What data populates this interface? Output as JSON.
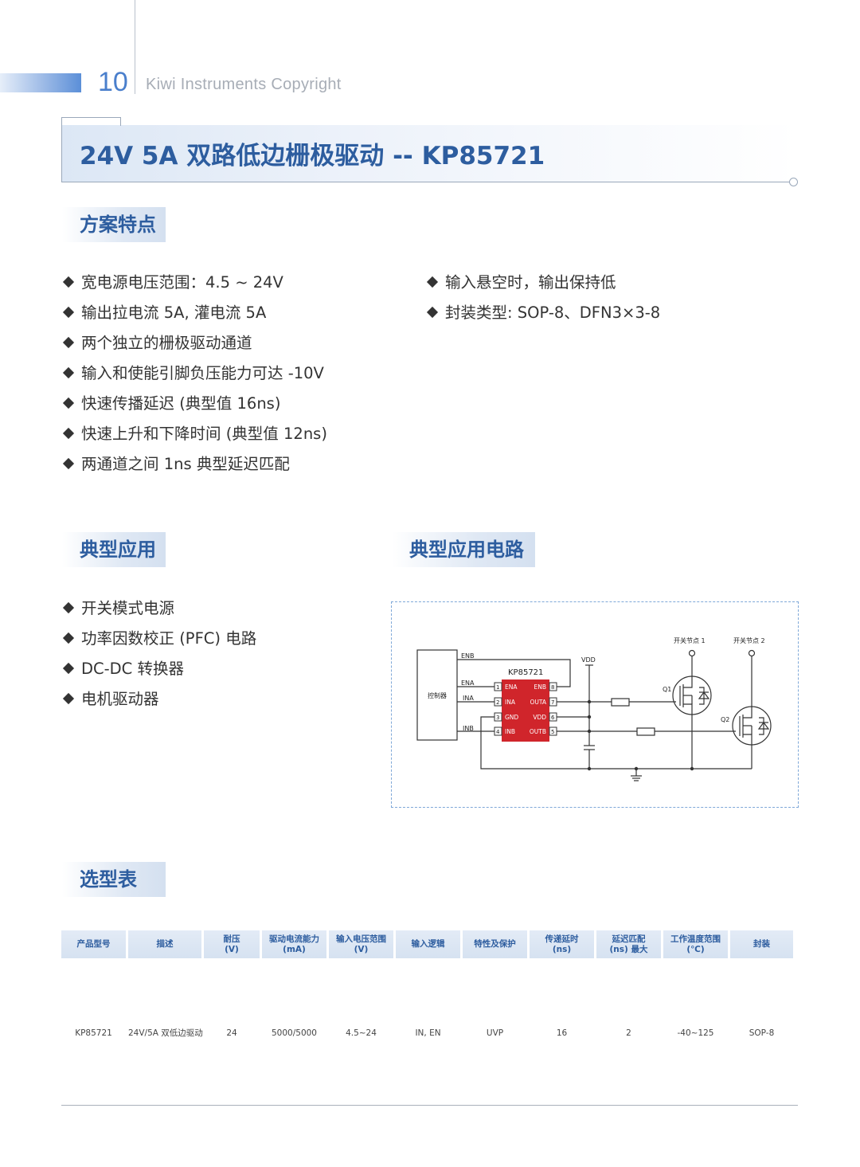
{
  "header": {
    "page_number": "10",
    "copyright": "Kiwi Instruments Copyright"
  },
  "title": "24V 5A 双路低边栅极驱动 -- KP85721",
  "sections": {
    "features": "方案特点",
    "applications": "典型应用",
    "circuit": "典型应用电路",
    "selection": "选型表"
  },
  "features_left": [
    "宽电源电压范围：4.5 ~ 24V",
    "输出拉电流 5A, 灌电流 5A",
    "两个独立的栅极驱动通道",
    "输入和使能引脚负压能力可达 -10V",
    "快速传播延迟 (典型值 16ns)",
    "快速上升和下降时间 (典型值 12ns)",
    "两通道之间 1ns 典型延迟匹配"
  ],
  "features_right": [
    "输入悬空时，输出保持低",
    "封装类型: SOP-8、DFN3×3-8"
  ],
  "applications": [
    "开关模式电源",
    "功率因数校正 (PFC) 电路",
    "DC-DC 转换器",
    "电机驱动器"
  ],
  "circuit": {
    "controller": "控制器",
    "chip": "KP85721",
    "vdd": "VDD",
    "node1": "开关节点 1",
    "node2": "开关节点 2",
    "q1": "Q1",
    "q2": "Q2",
    "ctrl_pins": [
      "ENB",
      "ENA",
      "INA",
      "INB"
    ],
    "pins_left": [
      {
        "num": "1",
        "name": "ENA"
      },
      {
        "num": "2",
        "name": "INA"
      },
      {
        "num": "3",
        "name": "GND"
      },
      {
        "num": "4",
        "name": "INB"
      }
    ],
    "pins_right": [
      {
        "num": "8",
        "name": "ENB"
      },
      {
        "num": "7",
        "name": "OUTA"
      },
      {
        "num": "6",
        "name": "VDD"
      },
      {
        "num": "5",
        "name": "OUTB"
      }
    ],
    "chip_color": "#d0252b",
    "line_color": "#333333"
  },
  "table": {
    "headers": [
      [
        "产品型号"
      ],
      [
        "描述"
      ],
      [
        "耐压",
        "(V)"
      ],
      [
        "驱动电流能力",
        "(mA)"
      ],
      [
        "输入电压范围",
        "(V)"
      ],
      [
        "输入逻辑"
      ],
      [
        "特性及保护"
      ],
      [
        "传递延时",
        "(ns)"
      ],
      [
        "延迟匹配",
        "(ns) 最大"
      ],
      [
        "工作温度范围",
        "(℃)"
      ],
      [
        "封装"
      ]
    ],
    "rows": [
      [
        "KP85721",
        "24V/5A 双低边驱动",
        "24",
        "5000/5000",
        "4.5~24",
        "IN, EN",
        "UVP",
        "16",
        "2",
        "-40~125",
        "SOP-8"
      ]
    ]
  },
  "colors": {
    "accent": "#2d5d9f",
    "page_number": "#4a7fcc",
    "section_bg": "#dfe8f4"
  }
}
